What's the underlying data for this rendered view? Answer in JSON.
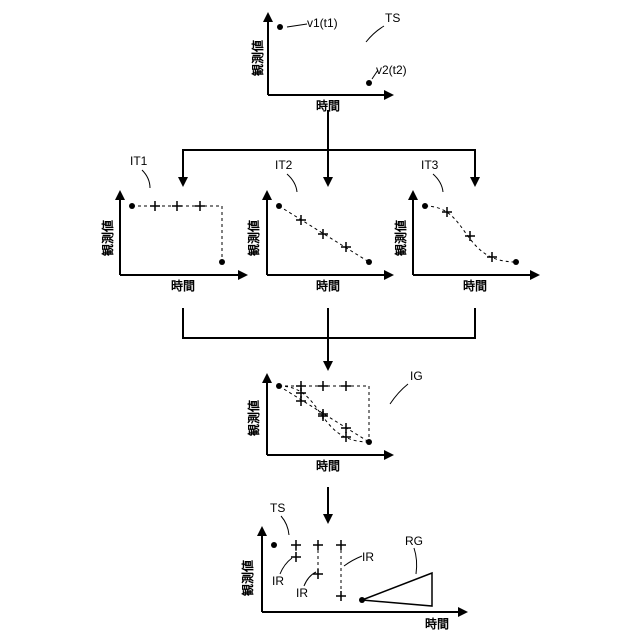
{
  "axis_labels": {
    "x": "時間",
    "y": "観測値"
  },
  "top": {
    "ts": "TS",
    "v1": "v1(t1)",
    "v2": "v2(t2)"
  },
  "interp": {
    "it1": "IT1",
    "it2": "IT2",
    "it3": "IT3"
  },
  "group": {
    "ig": "IG"
  },
  "bottom": {
    "ts": "TS",
    "ir_left": "IR",
    "ir_mid": "IR",
    "ir_right": "IR",
    "rg": "RG"
  }
}
